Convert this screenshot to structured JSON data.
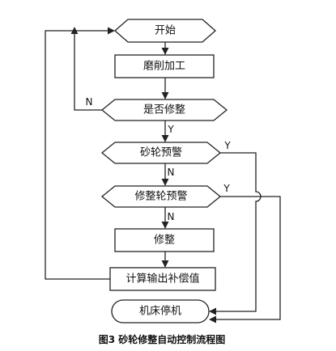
{
  "nodes": {
    "start": "开始",
    "grinding": "磨削加工",
    "dress_check": "是否修整",
    "wheel_warning": "砂轮预警",
    "dress_wheel_warning": "修整轮预警",
    "dress": "修整",
    "compensation": "计算输出补偿值",
    "stop": "机床停机"
  },
  "edge_labels": {
    "dress_check_no": "N",
    "dress_check_yes": "Y",
    "wheel_warning_yes": "Y",
    "wheel_warning_no": "N",
    "dress_wheel_warning_yes": "Y",
    "dress_wheel_warning_no": "N"
  },
  "caption": "图3   砂轮修整自动控制流程图"
}
